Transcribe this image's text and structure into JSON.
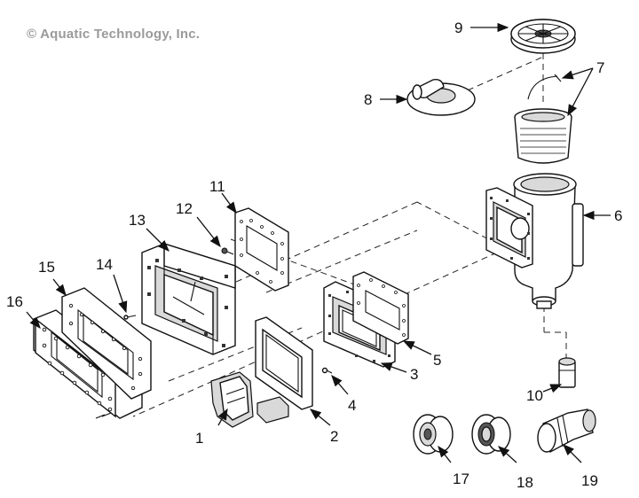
{
  "copyright": "© Aquatic Technology, Inc.",
  "parts": [
    {
      "number": "1",
      "icon": "skimmer-weir-icon"
    },
    {
      "number": "2",
      "icon": "face-plate-icon"
    },
    {
      "number": "3",
      "icon": "mounting-frame-icon"
    },
    {
      "number": "4",
      "icon": "screw-icon"
    },
    {
      "number": "5",
      "icon": "gasket-icon"
    },
    {
      "number": "6",
      "icon": "skimmer-body-icon"
    },
    {
      "number": "7",
      "icon": "basket-icon"
    },
    {
      "number": "8",
      "icon": "vacuum-plate-icon"
    },
    {
      "number": "9",
      "icon": "lid-icon"
    },
    {
      "number": "10",
      "icon": "fitting-icon"
    },
    {
      "number": "11",
      "icon": "gasket-icon"
    },
    {
      "number": "12",
      "icon": "screw-icon"
    },
    {
      "number": "13",
      "icon": "extension-collar-icon"
    },
    {
      "number": "14",
      "icon": "screw-icon"
    },
    {
      "number": "15",
      "icon": "gasket-icon"
    },
    {
      "number": "16",
      "icon": "face-frame-icon"
    },
    {
      "number": "17",
      "icon": "return-fitting-icon"
    },
    {
      "number": "18",
      "icon": "eyeball-fitting-icon"
    },
    {
      "number": "19",
      "icon": "adapter-fitting-icon"
    }
  ]
}
